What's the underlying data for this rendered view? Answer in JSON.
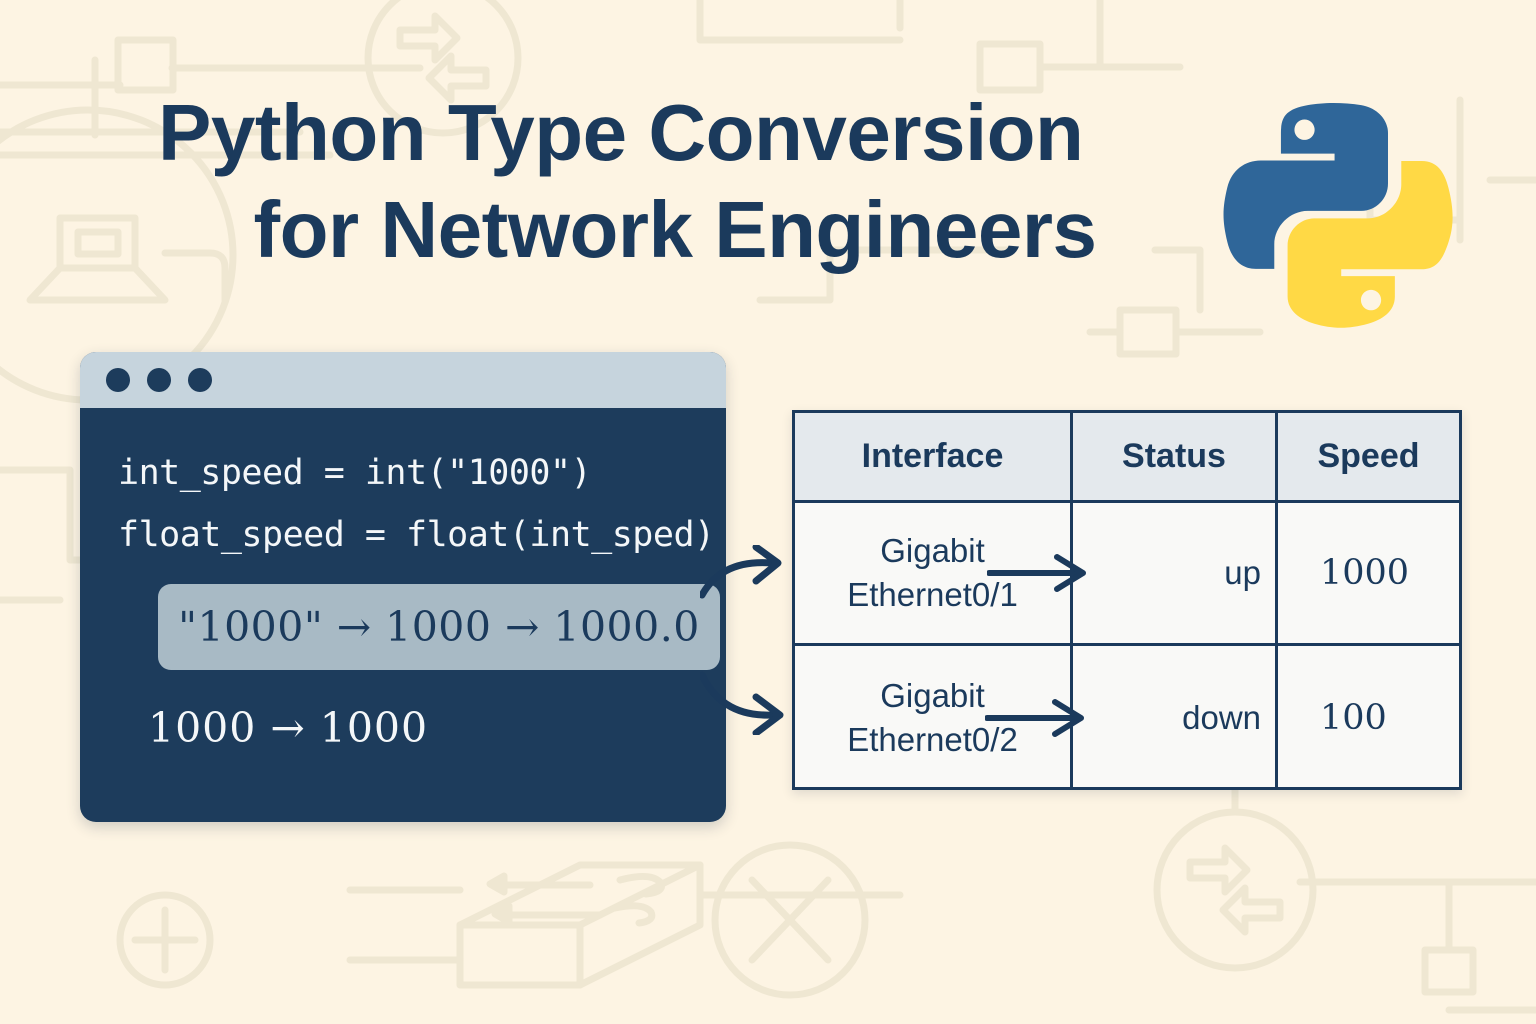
{
  "meta": {
    "bg_color": "#fdf4e3",
    "navy": "#1b3a5c",
    "terminal_bg": "#1d3c5c",
    "titlebar_bg": "#c6d4dd",
    "highlight_bg": "#a8bac5",
    "table_header_bg": "#e4e9ed",
    "table_row_bg": "#f9f9f7",
    "python_blue": "#2f6699",
    "python_yellow": "#ffd945"
  },
  "title": {
    "line1": "Python  Type Conversion",
    "line2": "for Network Engineers"
  },
  "logo": {
    "name": "python-logo"
  },
  "terminal": {
    "dots": [
      "close-dot",
      "minimize-dot",
      "maximize-dot"
    ],
    "code_lines": [
      "int_speed = int(\"1000\")",
      "float_speed = float(int_sped)"
    ],
    "highlight": "\"1000\" → 1000 → 1000.0",
    "result": "1000  →  1000"
  },
  "table": {
    "headers": [
      "Interface",
      "Status",
      "Speed"
    ],
    "rows": [
      {
        "interface_line1": "Gigabit",
        "interface_line2": "Ethernet0/1",
        "status": "up",
        "speed": "1000"
      },
      {
        "interface_line1": "Gigabit",
        "interface_line2": "Ethernet0/2",
        "status": "down",
        "speed": "100"
      }
    ]
  },
  "connectors": {
    "arrow_1": "curved-arrow-to-row-1",
    "arrow_2": "curved-arrow-to-row-2"
  }
}
